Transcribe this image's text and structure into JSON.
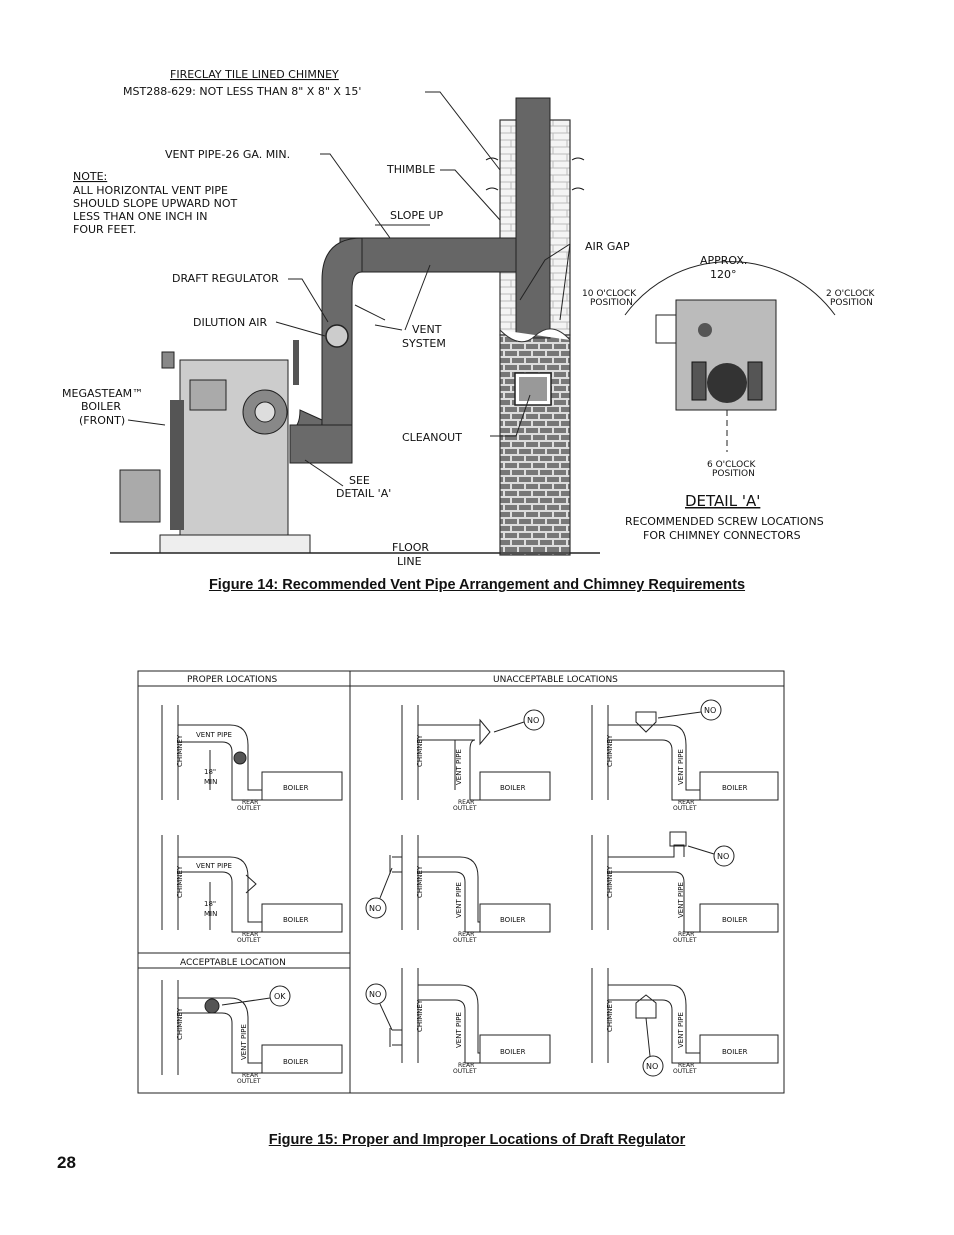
{
  "figure14": {
    "caption": "Figure 14: Recommended Vent Pipe Arrangement and Chimney Requirements",
    "labels": {
      "chimney_line1": "FIRECLAY TILE LINED CHIMNEY",
      "chimney_line2": "MST288-629: NOT LESS THAN 8\" X 8\" X 15'",
      "vent_pipe": "VENT PIPE-26 GA. MIN.",
      "thimble": "THIMBLE",
      "note_title": "NOTE:",
      "note_lines": [
        "ALL HORIZONTAL VENT PIPE",
        "SHOULD SLOPE UPWARD NOT",
        "LESS THAN ONE INCH IN",
        "FOUR FEET."
      ],
      "slope_up": "SLOPE UP",
      "air_gap": "AIR GAP",
      "draft_regulator": "DRAFT REGULATOR",
      "dilution_air": "DILUTION AIR",
      "vent_system_line1": "VENT",
      "vent_system_line2": "SYSTEM",
      "boiler_line1": "MEGASTEAM™",
      "boiler_line2": "BOILER",
      "boiler_line3": "(FRONT)",
      "cleanout": "CLEANOUT",
      "see_detail_line1": "SEE",
      "see_detail_line2": "DETAIL 'A'",
      "floor_line1": "FLOOR",
      "floor_line2": "LINE",
      "approx_line1": "APPROX.",
      "approx_line2": "120°",
      "ten_oclock_line1": "10 O'CLOCK",
      "ten_oclock_line2": "POSITION",
      "two_oclock_line1": "2 O'CLOCK",
      "two_oclock_line2": "POSITION",
      "six_oclock_line1": "6 O'CLOCK",
      "six_oclock_line2": "POSITION",
      "detail_title": "DETAIL 'A'",
      "detail_sub1": "RECOMMENDED SCREW LOCATIONS",
      "detail_sub2": "FOR CHIMNEY CONNECTORS"
    }
  },
  "figure15": {
    "caption": "Figure 15:  Proper and Improper Locations of Draft Regulator",
    "headers": {
      "proper": "PROPER LOCATIONS",
      "unacceptable": "UNACCEPTABLE LOCATIONS",
      "acceptable": "ACCEPTABLE LOCATION"
    },
    "labels": {
      "chimney": "CHIMNEY",
      "vent_pipe": "VENT PIPE",
      "boiler": "BOILER",
      "rear": "REAR",
      "outlet": "OUTLET",
      "min18_line1": "18\"",
      "min18_line2": "MIN",
      "no": "NO",
      "ok": "OK"
    }
  },
  "page_number": "28"
}
